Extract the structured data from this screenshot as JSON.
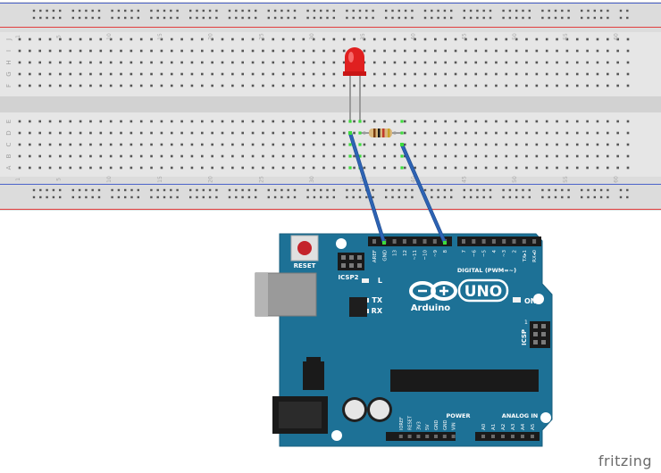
{
  "watermark": "fritzing",
  "breadboard": {
    "row_letters_top": [
      "J",
      "I",
      "H",
      "G",
      "F"
    ],
    "row_letters_bottom": [
      "E",
      "D",
      "C",
      "B",
      "A"
    ],
    "column_numbers": [
      "1",
      "5",
      "10",
      "15",
      "20",
      "25",
      "30",
      "35",
      "40",
      "45",
      "50",
      "55",
      "60"
    ]
  },
  "components": {
    "led_label": "LED",
    "resistor_label": "Resistor"
  },
  "arduino": {
    "reset_label": "RESET",
    "icsp2_label": "ICSP2",
    "l_label": "L",
    "tx_label": "TX",
    "rx_label": "RX",
    "on_label": "ON",
    "icsp_label": "ICSP",
    "icsp_pin1": "1",
    "logo_text": "UNO",
    "brand_text": "Arduino",
    "digital_label": "DIGITAL (PWM=~)",
    "power_label": "POWER",
    "analog_label": "ANALOG IN",
    "digital_pins_left": [
      "AREF",
      "GND",
      "13",
      "12",
      "~11",
      "~10",
      "~9",
      "8"
    ],
    "digital_pins_right": [
      "7",
      "~6",
      "~5",
      "4",
      "~3",
      "2",
      "TX▸1",
      "RX◂0"
    ],
    "power_pins": [
      "IOREF",
      "RESET",
      "3V3",
      "5V",
      "GND",
      "GND",
      "VIN"
    ],
    "analog_pins": [
      "A0",
      "A1",
      "A2",
      "A3",
      "A4",
      "A5"
    ]
  },
  "colors": {
    "board": "#1d7196",
    "board_edge": "#165e7e",
    "breadboard": "#dcdcdc",
    "rail_red": "#e23d3d",
    "rail_blue": "#4b63c9",
    "wire": "#2d63b4",
    "led": "#e02020"
  }
}
